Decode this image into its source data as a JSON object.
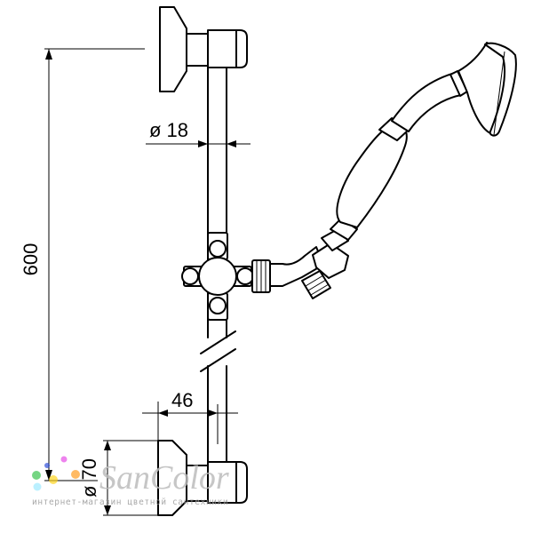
{
  "dimensions": {
    "height": "600",
    "rod_diameter": "ø 18",
    "projection": "46",
    "flange_diameter": "ø 70"
  },
  "watermark": {
    "brand": "SanColor",
    "tagline": "интернет-магазин цветной сантехники",
    "dot_colors": [
      "#e64ae6",
      "#2a4bd7",
      "#35c24a",
      "#ffd51a",
      "#ff9a1a",
      "#9be8ff"
    ]
  }
}
